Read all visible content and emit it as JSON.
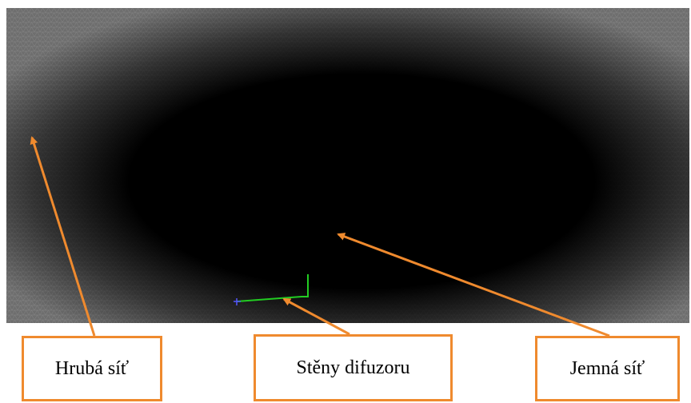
{
  "colors": {
    "background": "#000000",
    "coarse_mesh": "#6e6e6e",
    "callout": "#ef8a2e",
    "wall_vertical": "#22dd22",
    "wall_horizontal": "#22cc22",
    "axis_marker": "#5555ff"
  },
  "labels": {
    "coarse_mesh": "Hrubá síť",
    "diffuser_walls": "Stěny difuzoru",
    "fine_mesh": "Jemná síť"
  }
}
